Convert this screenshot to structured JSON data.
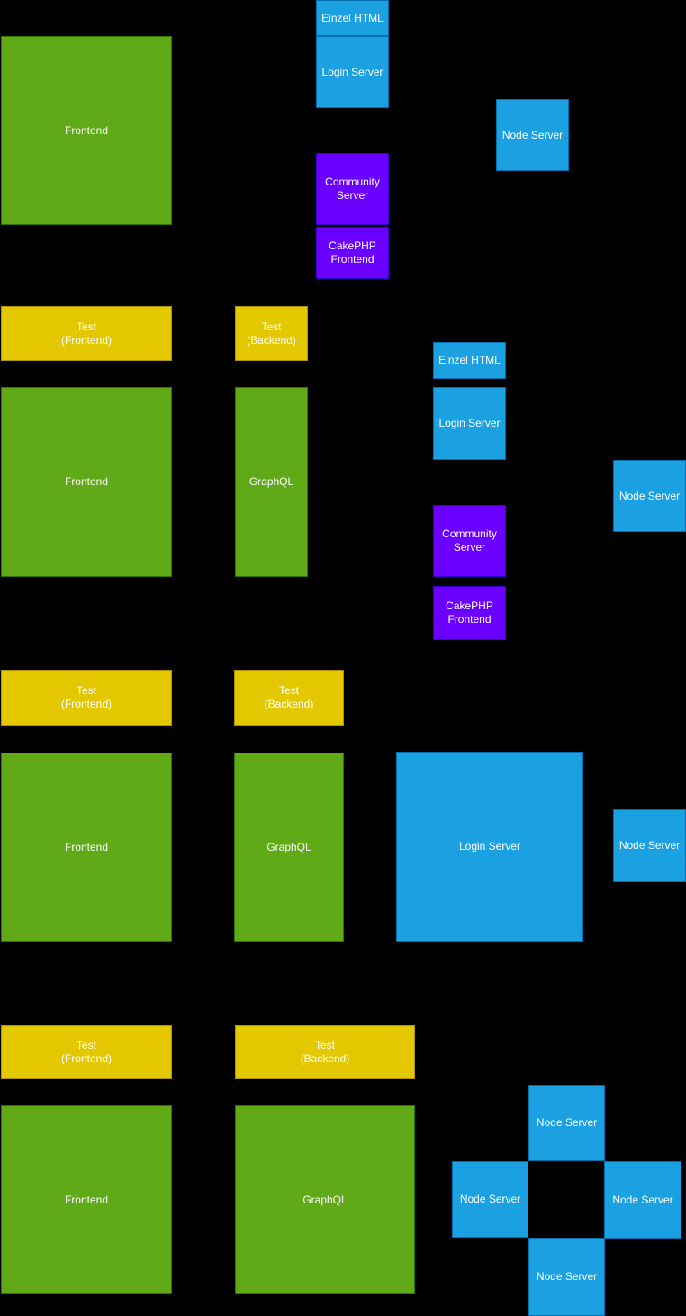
{
  "diagram": {
    "background": "#000000",
    "text_color": "#ffffff",
    "palette": {
      "green": {
        "fill": "#60a917",
        "stroke": "#2d7600"
      },
      "blue": {
        "fill": "#1ba1e2",
        "stroke": "#006eaf"
      },
      "purple": {
        "fill": "#6a00ff",
        "stroke": "#3700cc"
      },
      "yellow": {
        "fill": "#e3c800",
        "stroke": "#b09500"
      }
    },
    "stages": [
      {
        "boxes": [
          {
            "label": "Frontend",
            "color": "green"
          },
          {
            "label": "Einzel HTML",
            "color": "blue"
          },
          {
            "label": "Login Server",
            "color": "blue"
          },
          {
            "label": "Community\nServer",
            "color": "purple"
          },
          {
            "label": "CakePHP\nFrontend",
            "color": "purple"
          },
          {
            "label": "Node Server",
            "color": "blue"
          }
        ]
      },
      {
        "boxes": [
          {
            "label": "Test\n(Frontend)",
            "color": "yellow"
          },
          {
            "label": "Test\n(Backend)",
            "color": "yellow"
          },
          {
            "label": "Frontend",
            "color": "green"
          },
          {
            "label": "GraphQL",
            "color": "green"
          },
          {
            "label": "Einzel HTML",
            "color": "blue"
          },
          {
            "label": "Login Server",
            "color": "blue"
          },
          {
            "label": "Community\nServer",
            "color": "purple"
          },
          {
            "label": "CakePHP\nFrontend",
            "color": "purple"
          },
          {
            "label": "Node Server",
            "color": "blue"
          }
        ]
      },
      {
        "boxes": [
          {
            "label": "Test\n(Frontend)",
            "color": "yellow"
          },
          {
            "label": "Test\n(Backend)",
            "color": "yellow"
          },
          {
            "label": "Frontend",
            "color": "green"
          },
          {
            "label": "GraphQL",
            "color": "green"
          },
          {
            "label": "Login Server",
            "color": "blue"
          },
          {
            "label": "Node Server",
            "color": "blue"
          }
        ]
      },
      {
        "boxes": [
          {
            "label": "Test\n(Frontend)",
            "color": "yellow"
          },
          {
            "label": "Test\n(Backend)",
            "color": "yellow"
          },
          {
            "label": "Frontend",
            "color": "green"
          },
          {
            "label": "GraphQL",
            "color": "green"
          },
          {
            "label": "Node Server",
            "color": "blue"
          },
          {
            "label": "Node Server",
            "color": "blue"
          },
          {
            "label": "Node Server",
            "color": "blue"
          },
          {
            "label": "Node Server",
            "color": "blue"
          }
        ]
      }
    ]
  }
}
